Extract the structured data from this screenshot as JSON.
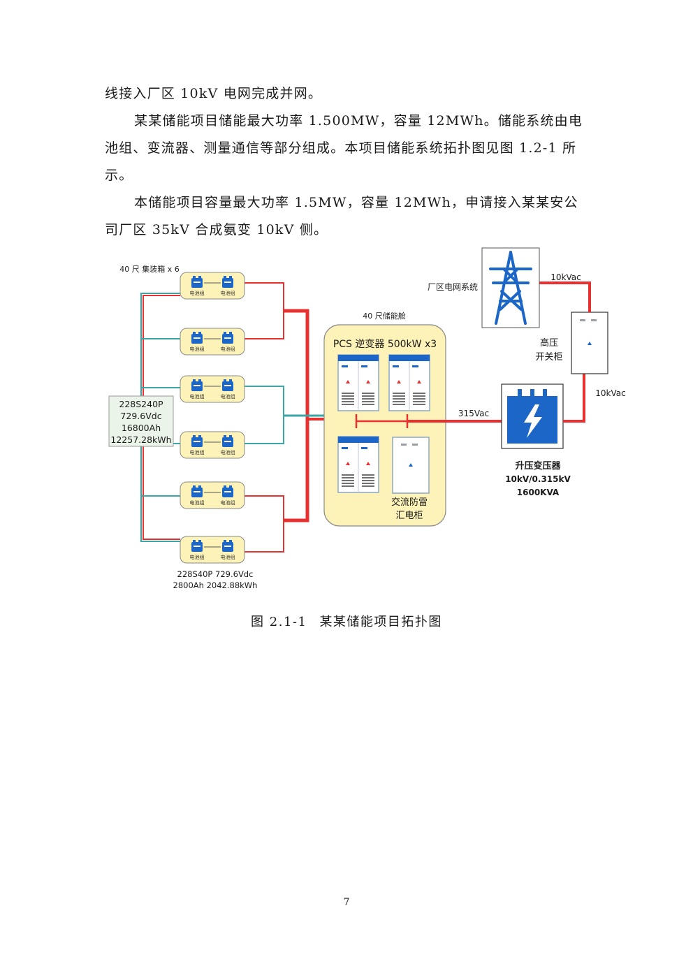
{
  "paragraphs": [
    "线接入厂区 10kV 电网完成并网。",
    "某某储能项目储能最大功率 1.500MW，容量 12MWh。储能系统由电池组、变流器、测量通信等部分组成。本项目储能系统拓扑图见图 1.2-1 所示。",
    "本储能项目容量最大功率 1.5MW，容量 12MWh，申请接入某某安公司厂区 35kV 合成氨变 10kV 侧。"
  ],
  "figure": {
    "container_group_label": "40 尺 集装箱 x 6",
    "battery_label": "电池组",
    "summary": [
      "228S240P",
      "729.6Vdc",
      "16800Ah",
      "12257.28kWh"
    ],
    "bottom_label": [
      "228S40P 729.6Vdc",
      "2800Ah 2042.88kWh"
    ],
    "pcs_container_label": "40 尺储能舱",
    "pcs_label": "PCS 逆变器 500kW x3",
    "ac_cabinet_label": [
      "交流防雷",
      "汇电柜"
    ],
    "grid_label": "厂区电网系统",
    "grid_voltage": "10kVac",
    "switchgear_label": [
      "高压",
      "开关柜"
    ],
    "mv_voltage": "10kVac",
    "lv_voltage": "315Vac",
    "transformer_label": [
      "升压变压器",
      "10kV/0.315kV",
      "1600KVA"
    ]
  },
  "caption": {
    "number": "图 2.1-1",
    "title": "某某储能项目拓扑图"
  },
  "page_number": "7",
  "colors": {
    "power_line": "#e83030",
    "dc_line": "#3aa6a6",
    "cabinet_fill": "#fdf3b8",
    "tower_blue": "#1c66c8"
  }
}
